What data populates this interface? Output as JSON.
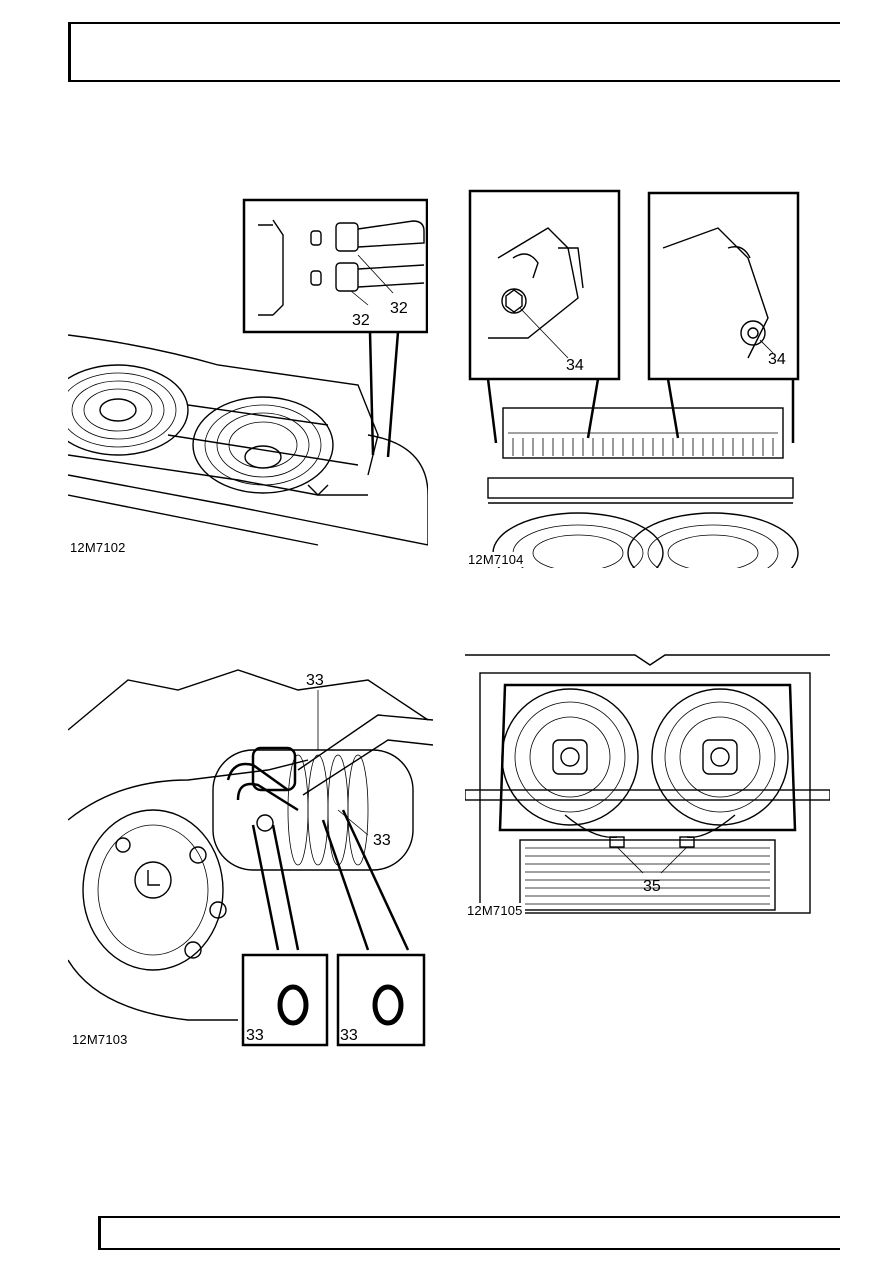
{
  "figures": [
    {
      "id": "fig-1",
      "reference": "12M7102",
      "callouts": [
        "32",
        "32"
      ]
    },
    {
      "id": "fig-2",
      "reference": "12M7104",
      "callouts": [
        "34",
        "34"
      ]
    },
    {
      "id": "fig-3",
      "reference": "12M7103",
      "callouts": [
        "33",
        "33",
        "33",
        "33"
      ]
    },
    {
      "id": "fig-4",
      "reference": "12M7105",
      "callouts": [
        "35"
      ]
    }
  ]
}
